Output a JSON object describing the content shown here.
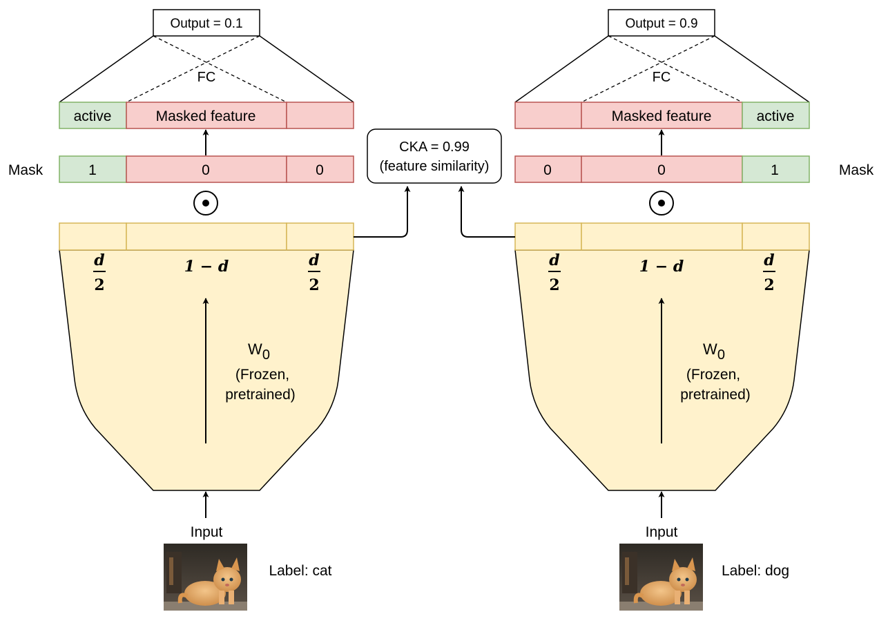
{
  "colors": {
    "active_fill": "#d5e8d4",
    "active_stroke": "#82b366",
    "masked_fill": "#f8cecc",
    "masked_stroke": "#b85450",
    "backbone_fill": "#fff2cc",
    "backbone_stroke": "#d6b656",
    "ink": "#000000"
  },
  "left": {
    "output_label": "Output = 0.1",
    "fc_label": "FC",
    "feature_active_label": "active",
    "feature_masked_label": "Masked feature",
    "mask_label": "Mask",
    "mask_values": [
      "1",
      "0",
      "0"
    ],
    "hadamard_symbol": "⊙",
    "dim_left": {
      "num": "d",
      "den": "2"
    },
    "dim_center": "1 − d",
    "dim_right": {
      "num": "d",
      "den": "2"
    },
    "weight_label": "W",
    "weight_subscript": "0",
    "weight_note_line1": "(Frozen,",
    "weight_note_line2": "pretrained)",
    "input_label": "Input",
    "image_icon": "kitten-photo",
    "class_label": "Label: cat"
  },
  "right": {
    "output_label": "Output = 0.9",
    "fc_label": "FC",
    "feature_active_label": "active",
    "feature_masked_label": "Masked feature",
    "mask_label": "Mask",
    "mask_values": [
      "0",
      "0",
      "1"
    ],
    "hadamard_symbol": "⊙",
    "dim_left": {
      "num": "d",
      "den": "2"
    },
    "dim_center": "1 − d",
    "dim_right": {
      "num": "d",
      "den": "2"
    },
    "weight_label": "W",
    "weight_subscript": "0",
    "weight_note_line1": "(Frozen,",
    "weight_note_line2": "pretrained)",
    "input_label": "Input",
    "image_icon": "kitten-photo",
    "class_label": "Label: dog"
  },
  "center": {
    "cka_line1": "CKA = 0.99",
    "cka_line2": "(feature similarity)"
  }
}
